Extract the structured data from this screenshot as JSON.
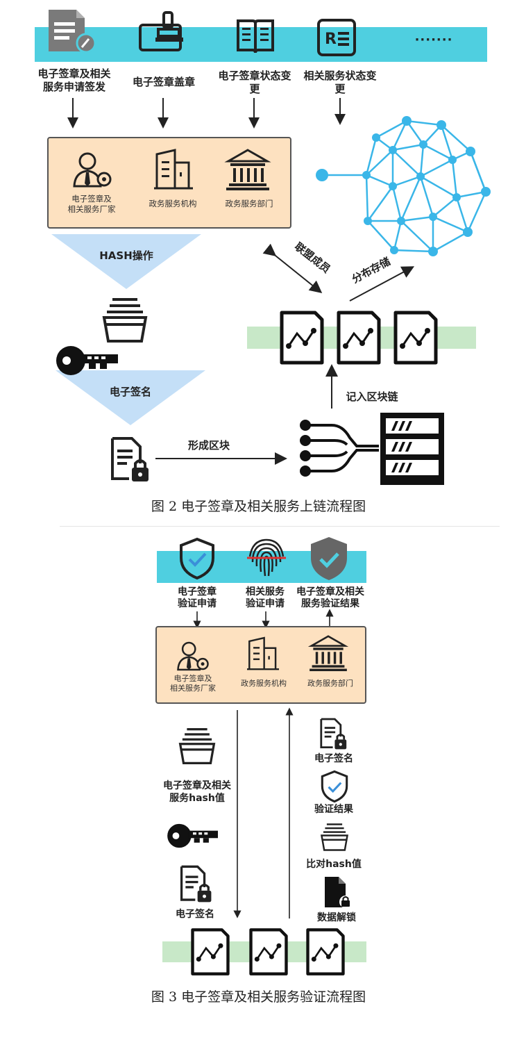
{
  "figure2": {
    "top_items": [
      "电子签章及相关\n服务申请签发",
      "电子签章盖章",
      "电子签章状态变\n更",
      "相关服务状态变\n更"
    ],
    "more": "·······",
    "entities": [
      "电子签章及\n相关服务厂家",
      "政务服务机构",
      "政务服务部门"
    ],
    "hash_op": "HASH操作",
    "sign": "电子签名",
    "form_block": "形成区块",
    "record_chain": "记入区块链",
    "alliance": "联盟成员",
    "distributed": "分布存储",
    "caption": "图 2  电子签章及相关服务上链流程图"
  },
  "figure3": {
    "top_items": [
      "电子签章\n验证申请",
      "相关服务\n验证申请",
      "电子签章及相关\n服务验证结果"
    ],
    "entities": [
      "电子签章及\n相关服务厂家",
      "政务服务机构",
      "政务服务部门"
    ],
    "left_labels": [
      "电子签章及相关\n服务hash值",
      "电子签名"
    ],
    "right_labels": [
      "电子签名",
      "验证结果",
      "比对hash值",
      "数据解锁"
    ],
    "caption": "图 3  电子签章及相关服务验证流程图"
  },
  "colors": {
    "band": "#4fcfe0",
    "entity_box": "#fde1c0",
    "entity_border": "#555555",
    "funnel": "#c4dff7",
    "chain_band": "#c8e8c8",
    "network": "#3ab6e8"
  }
}
